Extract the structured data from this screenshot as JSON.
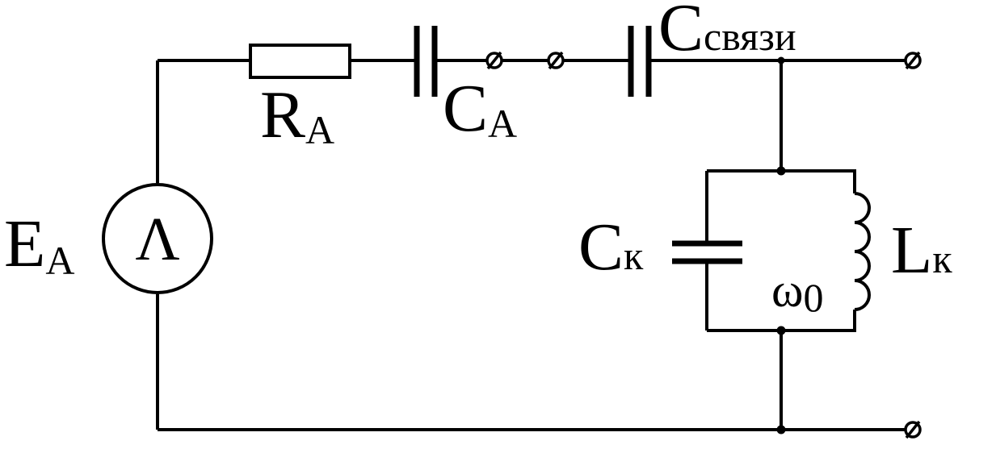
{
  "labels": {
    "source_main": "E",
    "source_sub": "A",
    "resistor_main": "R",
    "resistor_sub": "A",
    "cap_a_main": "C",
    "cap_a_sub": "A",
    "coupling_main": "C",
    "coupling_sub": "связи",
    "tank_cap_main": "C",
    "tank_cap_sub": "к",
    "inductor_main": "L",
    "inductor_sub": "к",
    "omega_main": "ω",
    "omega_sub": "0",
    "source_symbol": "Λ"
  }
}
